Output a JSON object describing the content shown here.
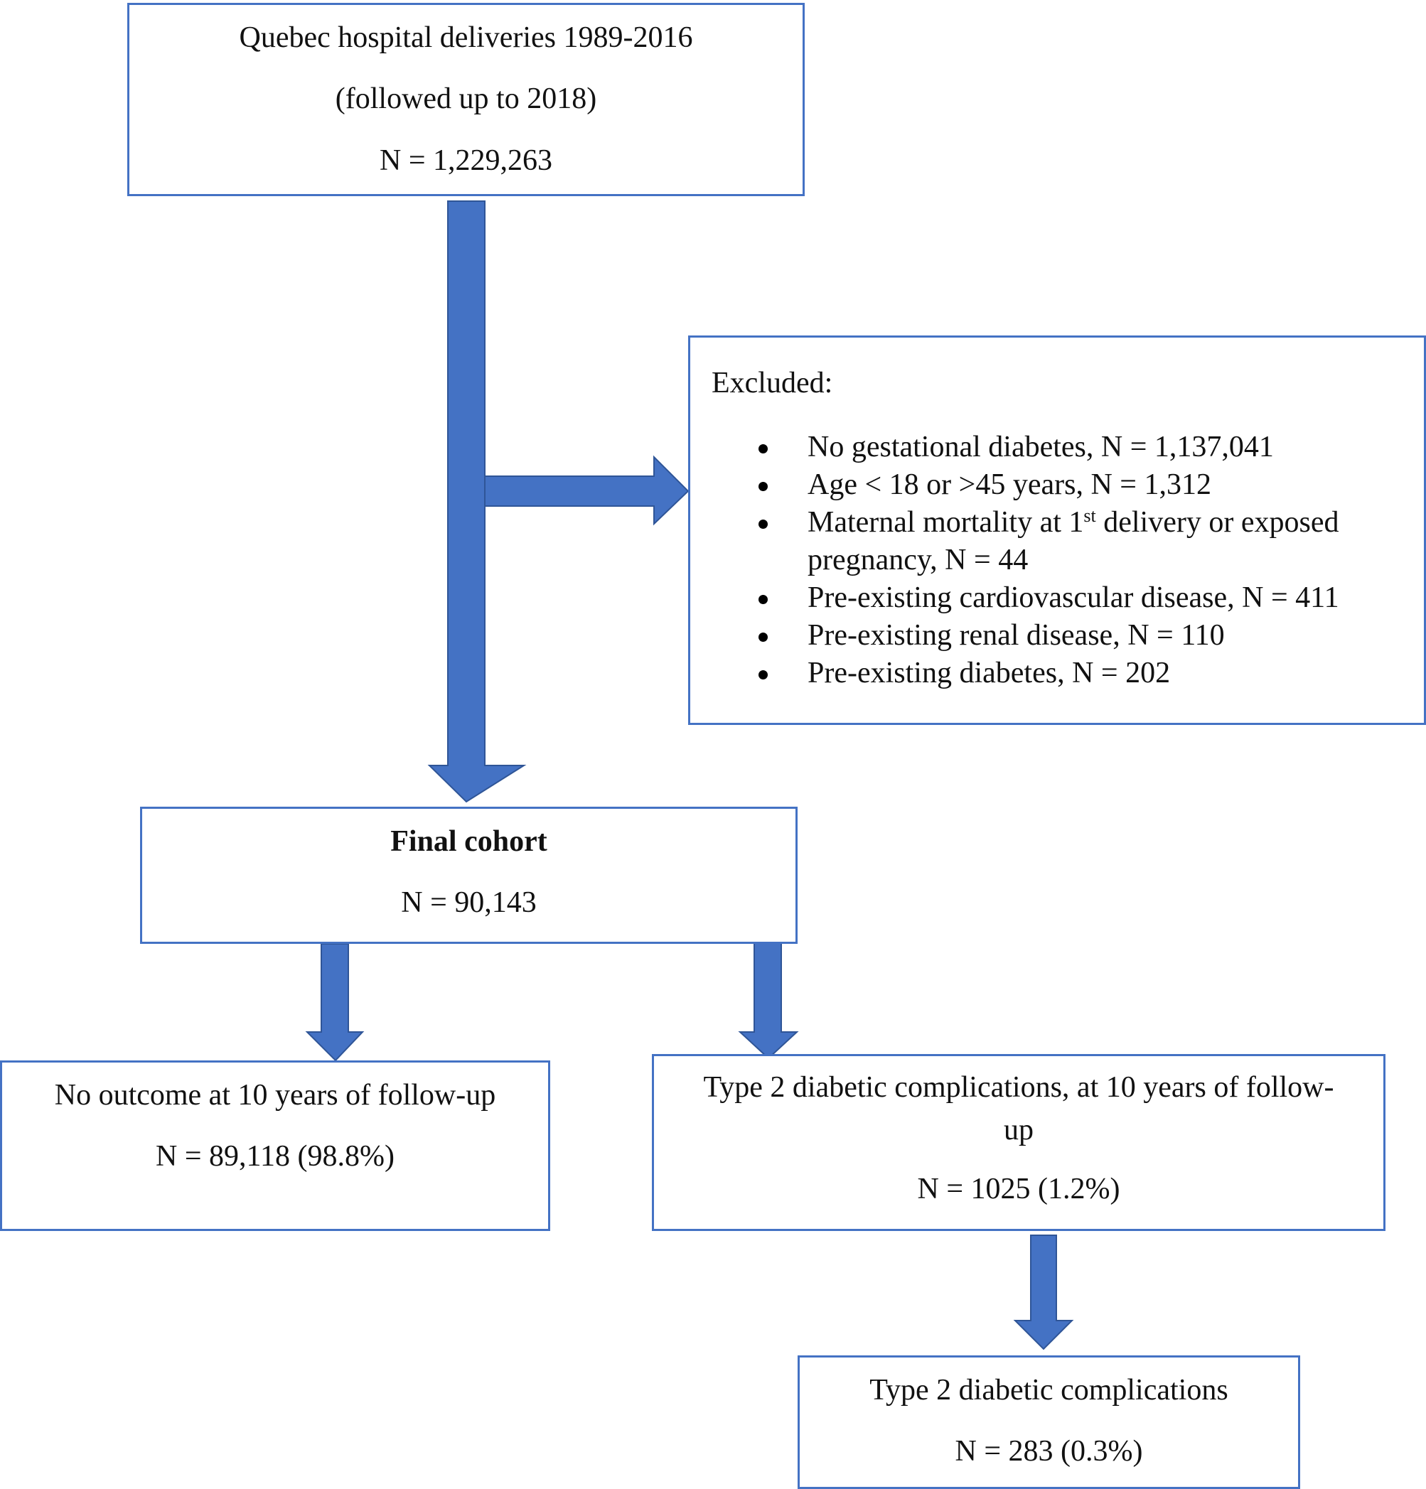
{
  "colors": {
    "accent": "#4472c4",
    "text": "#111111"
  },
  "top_box": {
    "line1": "Quebec hospital deliveries 1989-2016",
    "line2": "(followed up to 2018)",
    "line3": "N = 1,229,263"
  },
  "excluded_box": {
    "title": "Excluded:",
    "items": [
      "No gestational diabetes, N = 1,137,041",
      "Age < 18 or >45 years, N = 1,312",
      {
        "part1": "Maternal mortality at 1",
        "sup": "st",
        "part2": " delivery or exposed",
        "part3": "pregnancy, N = 44"
      },
      "Pre-existing cardiovascular disease, N = 411",
      "Pre-existing renal disease, N = 110",
      "Pre-existing diabetes, N = 202"
    ]
  },
  "final_box": {
    "title": "Final cohort",
    "count": "N = 90,143"
  },
  "no_outcome_box": {
    "line1": "No outcome at 10 years of follow-up",
    "line2": "N = 89,118 (98.8%)"
  },
  "type2_box": {
    "line1": "Type 2 diabetic complications, at 10 years of follow-",
    "line2": "up",
    "line3": "N = 1025 (1.2%)"
  },
  "final_type2_box": {
    "line1": "Type 2 diabetic complications",
    "line2": "N = 283 (0.3%)"
  }
}
